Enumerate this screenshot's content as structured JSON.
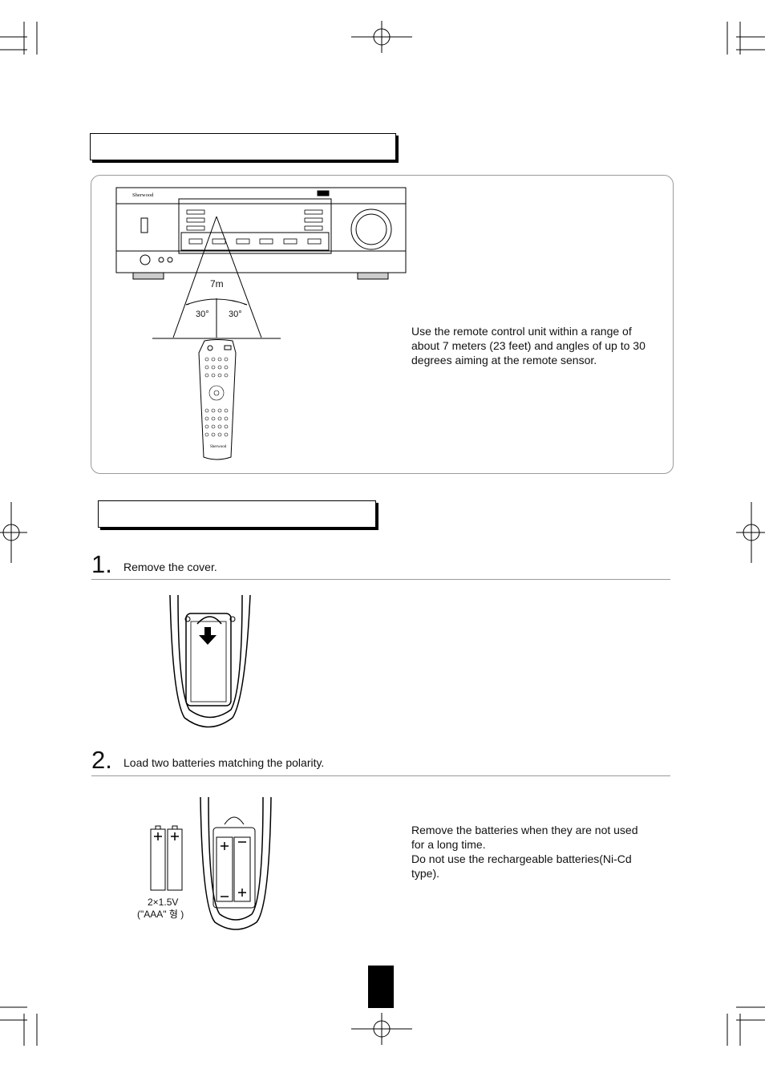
{
  "usage": {
    "distance_label": "7m",
    "angle_left": "30°",
    "angle_right": "30°",
    "receiver_brand": "Sherwood",
    "remote_brand": "Sherwood",
    "note": "Use the remote control unit within a range of about 7 meters (23 feet) and angles of up to 30 degrees aiming at the remote sensor."
  },
  "steps": [
    {
      "number": "1.",
      "text": "Remove the cover."
    },
    {
      "number": "2.",
      "text": "Load two batteries matching the polarity."
    }
  ],
  "battery": {
    "spec_line1": "2×1.5V",
    "spec_line2": "(\"AAA\" 형 )"
  },
  "notes": [
    "Remove the batteries when they are not used for a long time.",
    "Do not use the rechargeable batteries(Ni-Cd type)."
  ]
}
